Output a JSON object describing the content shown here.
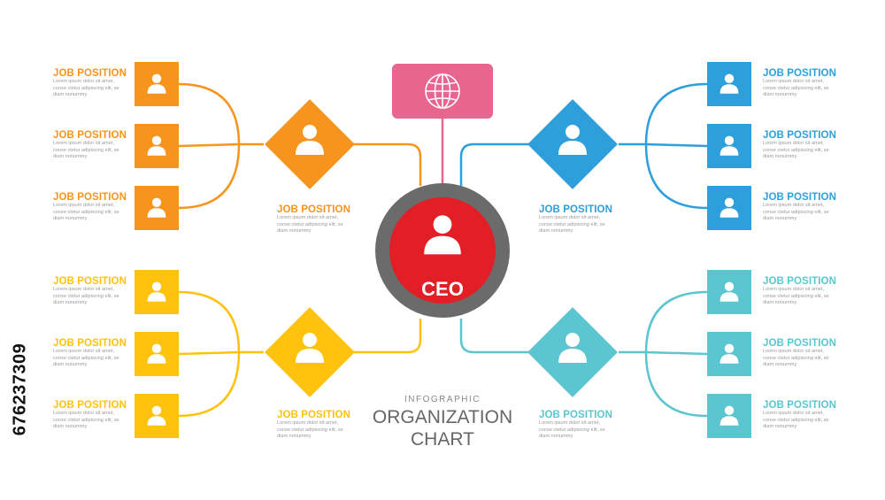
{
  "ceo": {
    "label": "CEO"
  },
  "globe_node": {
    "icon": "globe-icon"
  },
  "branches": [
    {
      "id": "top-left",
      "color": "#F7941D",
      "manager": {
        "title": "JOB POSITION",
        "desc": "Lorem ipsum dolor sit amet, conse ctetur adipiscing elit, se diam nonummy"
      },
      "members": [
        {
          "title": "JOB POSITION",
          "desc": "Lorem ipsum dolor sit amet, conse ctetur adipiscing elit, se diam nonummy"
        },
        {
          "title": "JOB POSITION",
          "desc": "Lorem ipsum dolor sit amet, conse ctetur adipiscing elit, se diam nonummy"
        },
        {
          "title": "JOB POSITION",
          "desc": "Lorem ipsum dolor sit amet, conse ctetur adipiscing elit, se diam nonummy"
        }
      ]
    },
    {
      "id": "bottom-left",
      "color": "#FFC20E",
      "manager": {
        "title": "JOB POSITION",
        "desc": "Lorem ipsum dolor sit amet, conse ctetur adipiscing elit, se diam nonummy"
      },
      "members": [
        {
          "title": "JOB POSITION",
          "desc": "Lorem ipsum dolor sit amet, conse ctetur adipiscing elit, se diam nonummy"
        },
        {
          "title": "JOB POSITION",
          "desc": "Lorem ipsum dolor sit amet, conse ctetur adipiscing elit, se diam nonummy"
        },
        {
          "title": "JOB POSITION",
          "desc": "Lorem ipsum dolor sit amet, conse ctetur adipiscing elit, se diam nonummy"
        }
      ]
    },
    {
      "id": "top-right",
      "color": "#2E9FDA",
      "manager": {
        "title": "JOB POSITION",
        "desc": "Lorem ipsum dolor sit amet, conse ctetur adipiscing elit, se diam nonummy"
      },
      "members": [
        {
          "title": "JOB POSITION",
          "desc": "Lorem ipsum dolor sit amet, conse ctetur adipiscing elit, se diam nonummy"
        },
        {
          "title": "JOB POSITION",
          "desc": "Lorem ipsum dolor sit amet, conse ctetur adipiscing elit, se diam nonummy"
        },
        {
          "title": "JOB POSITION",
          "desc": "Lorem ipsum dolor sit amet, conse ctetur adipiscing elit, se diam nonummy"
        }
      ]
    },
    {
      "id": "bottom-right",
      "color": "#5BC6CF",
      "manager": {
        "title": "JOB POSITION",
        "desc": "Lorem ipsum dolor sit amet, conse ctetur adipiscing elit, se diam nonummy"
      },
      "members": [
        {
          "title": "JOB POSITION",
          "desc": "Lorem ipsum dolor sit amet, conse ctetur adipiscing elit, se diam nonummy"
        },
        {
          "title": "JOB POSITION",
          "desc": "Lorem ipsum dolor sit amet, conse ctetur adipiscing elit, se diam nonummy"
        },
        {
          "title": "JOB POSITION",
          "desc": "Lorem ipsum dolor sit amet, conse ctetur adipiscing elit, se diam nonummy"
        }
      ]
    }
  ],
  "caption": {
    "line1": "INFOGRAPHIC",
    "line2": "ORGANIZATION",
    "line3": "CHART"
  },
  "stock_id": "676237309",
  "colors": {
    "ceo_red": "#E21E26",
    "ring_gray": "#6B6B6B",
    "globe_pink": "#E8658F",
    "stem_pink": "#E8658F"
  }
}
